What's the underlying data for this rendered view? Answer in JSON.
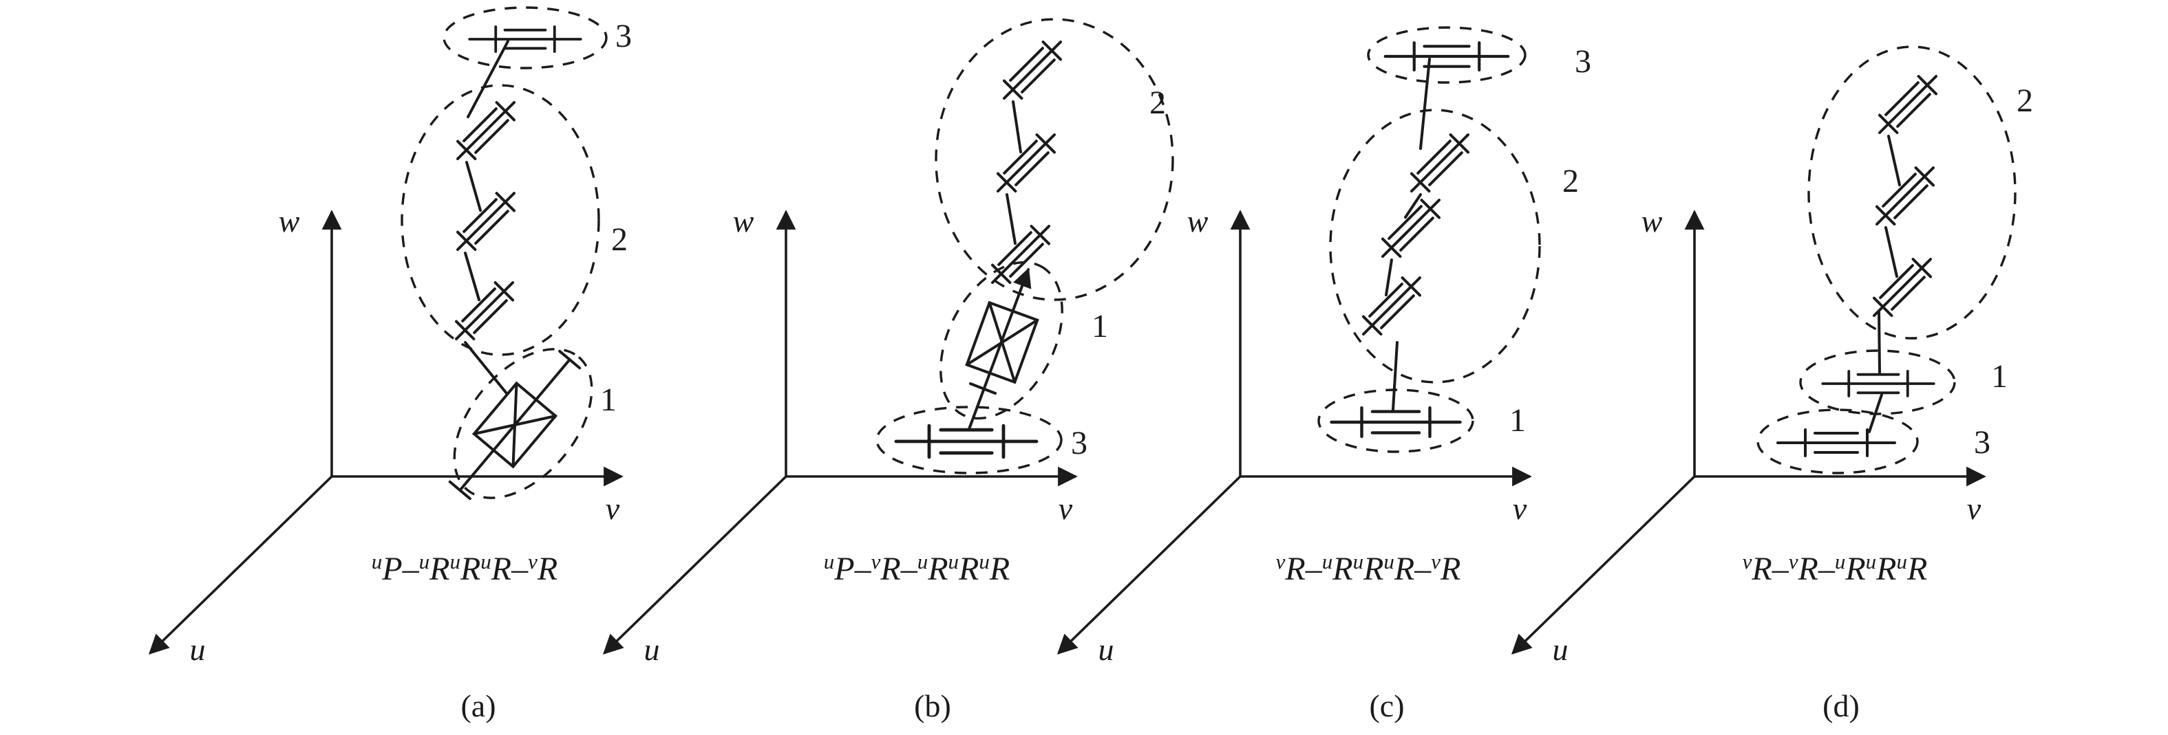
{
  "figure": {
    "background": "#ffffff",
    "ink": "#1b1b1b",
    "diagrams": [
      {
        "id": "a",
        "caption": "(a)",
        "formula": "^uP–^uR^uR^uR–^vR",
        "axes": {
          "w": "w",
          "v": "v",
          "u": "u"
        },
        "labels": {
          "g1": "1",
          "g2": "2",
          "g3": "3"
        }
      },
      {
        "id": "b",
        "caption": "(b)",
        "formula": "^uP–^vR–^uR^uR^uR",
        "axes": {
          "w": "w",
          "v": "v",
          "u": "u"
        },
        "labels": {
          "g1": "1",
          "g2": "2",
          "g3": "3"
        }
      },
      {
        "id": "c",
        "caption": "(c)",
        "formula": "^vR–^uR^uR^uR–^vR",
        "axes": {
          "w": "w",
          "v": "v",
          "u": "u"
        },
        "labels": {
          "g1": "1",
          "g2": "2",
          "g3": "3"
        }
      },
      {
        "id": "d",
        "caption": "(d)",
        "formula": "^vR–^vR–^uR^uR^uR",
        "axes": {
          "w": "w",
          "v": "v",
          "u": "u"
        },
        "labels": {
          "g1": "1",
          "g2": "2",
          "g3": "3"
        }
      }
    ]
  }
}
